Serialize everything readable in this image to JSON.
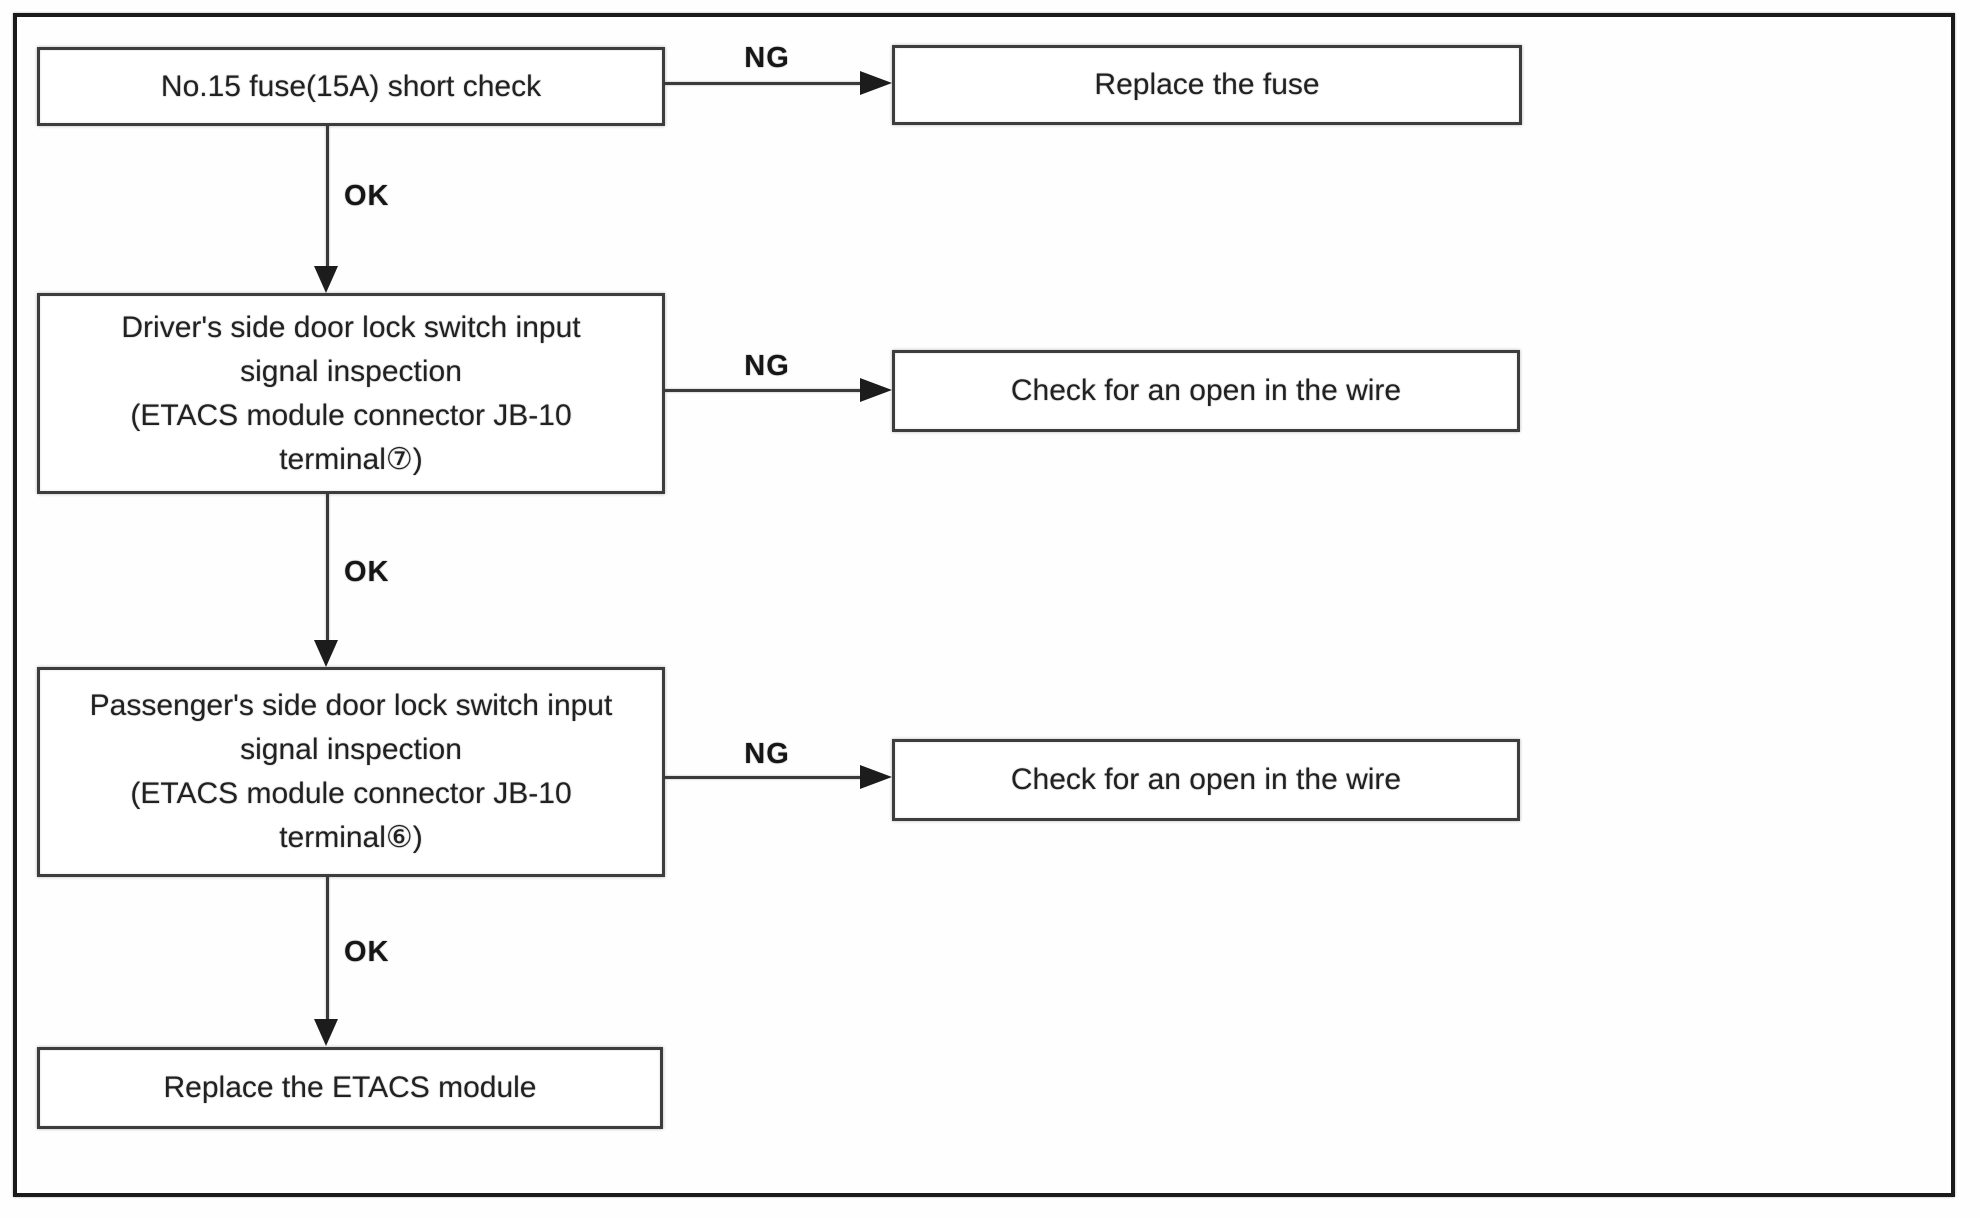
{
  "labels": {
    "ng": "NG",
    "ok": "OK"
  },
  "flow": {
    "step1": {
      "text": "No.15 fuse(15A) short check"
    },
    "step2": {
      "line1": "Driver's side door lock switch input",
      "line2": "signal inspection",
      "line3": "(ETACS module connector JB-10",
      "line4": "terminal⑦)"
    },
    "step3": {
      "line1": "Passenger's side door lock switch input",
      "line2": "signal inspection",
      "line3": "(ETACS module connector JB-10",
      "line4": "terminal⑥)"
    },
    "step4": {
      "text": "Replace the ETACS module"
    },
    "result1": {
      "text": "Replace the fuse"
    },
    "result2": {
      "text": "Check for an open in the wire"
    },
    "result3": {
      "text": "Check for an open in the wire"
    }
  },
  "colors": {
    "ink": "#1e1e1e",
    "box_border": "#3d3d3d",
    "frame_border": "#1a1a1a",
    "background": "#ffffff"
  }
}
